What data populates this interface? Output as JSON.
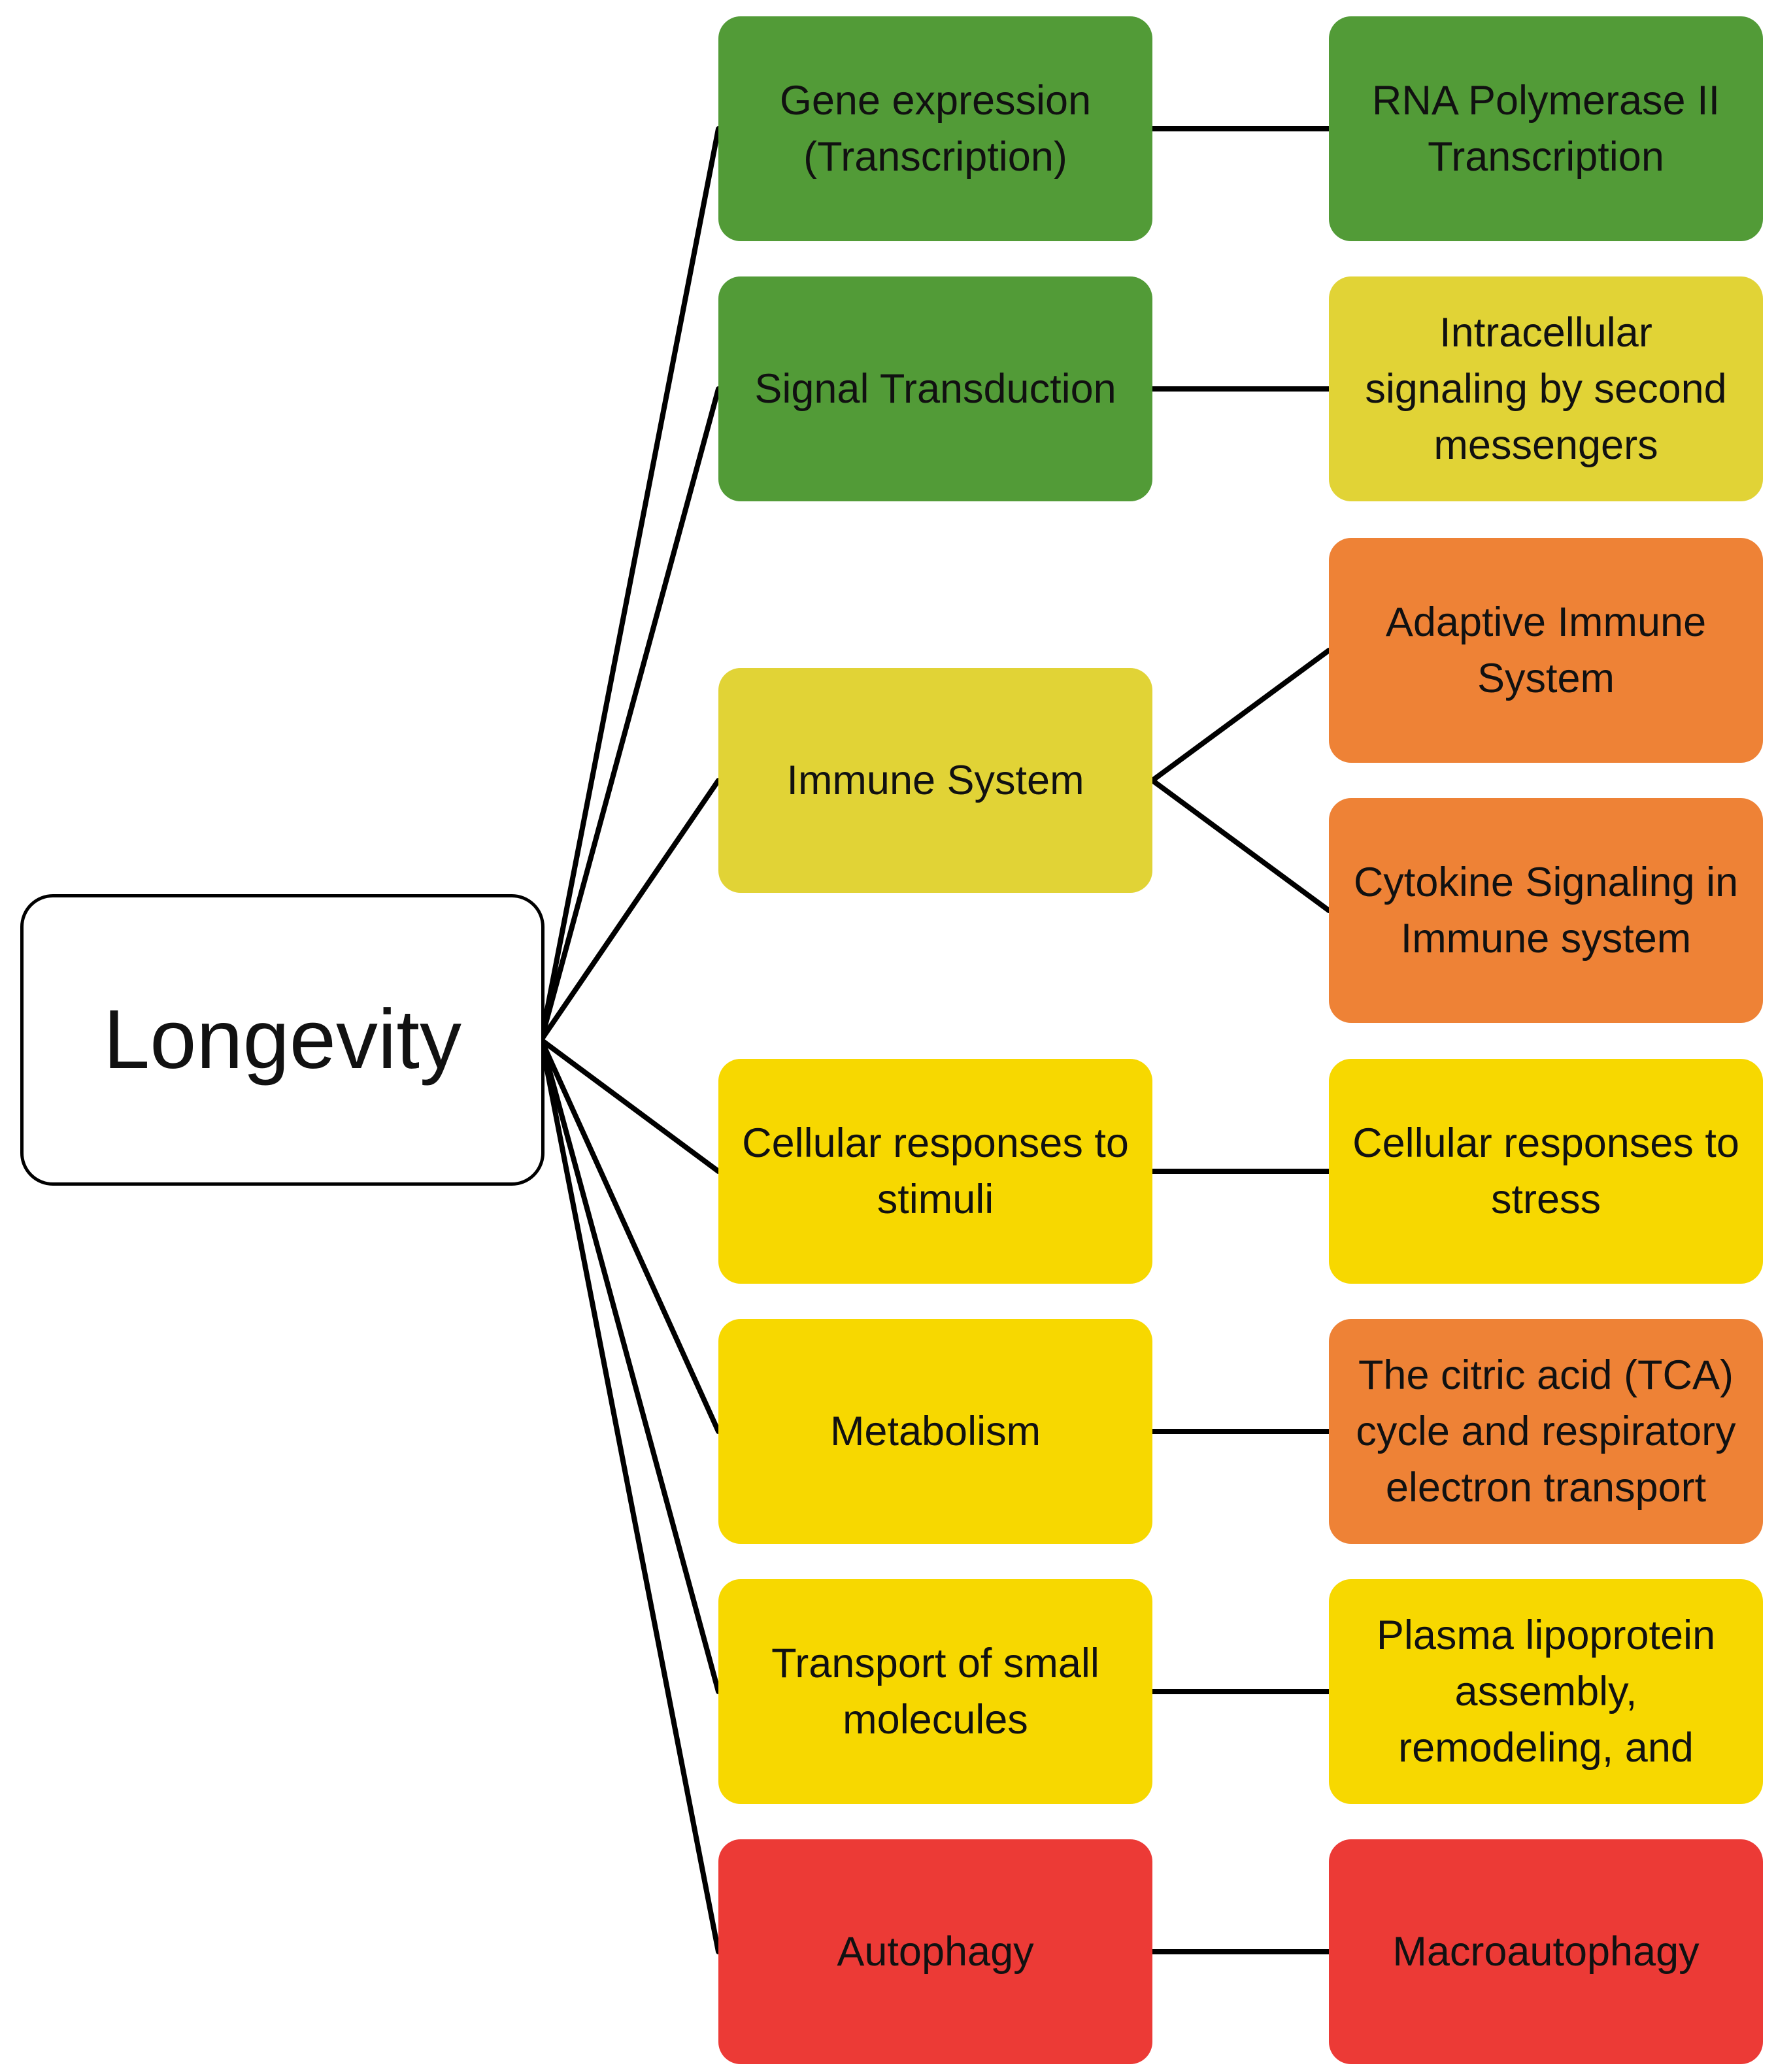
{
  "root": {
    "label": "Longevity"
  },
  "colors": {
    "green": "#529b37",
    "olive": "#e1d336",
    "yellow": "#f7d800",
    "orange": "#ee8236",
    "red": "#ec3a36",
    "connector": "#000000"
  },
  "categories": [
    {
      "label": "Gene expression\n(Transcription)",
      "color": "green",
      "children": [
        {
          "label": "RNA Polymerase II\nTranscription",
          "color": "green"
        }
      ]
    },
    {
      "label": "Signal Transduction",
      "color": "green",
      "children": [
        {
          "label": "Intracellular\nsignaling by second\nmessengers",
          "color": "olive"
        }
      ]
    },
    {
      "label": "Immune System",
      "color": "olive",
      "children": [
        {
          "label": "Adaptive Immune\nSystem",
          "color": "orange"
        },
        {
          "label": "Cytokine Signaling in\nImmune system",
          "color": "orange"
        }
      ]
    },
    {
      "label": "Cellular responses to\nstimuli",
      "color": "yellow",
      "children": [
        {
          "label": "Cellular responses to\nstress",
          "color": "yellow"
        }
      ]
    },
    {
      "label": "Metabolism",
      "color": "yellow",
      "children": [
        {
          "label": "The citric acid (TCA)\ncycle and respiratory\nelectron transport",
          "color": "orange"
        }
      ]
    },
    {
      "label": "Transport of small\nmolecules",
      "color": "yellow",
      "children": [
        {
          "label": "Plasma lipoprotein\nassembly,\nremodeling, and",
          "color": "yellow"
        }
      ]
    },
    {
      "label": "Autophagy",
      "color": "red",
      "children": [
        {
          "label": "Macroautophagy",
          "color": "red"
        }
      ]
    }
  ]
}
